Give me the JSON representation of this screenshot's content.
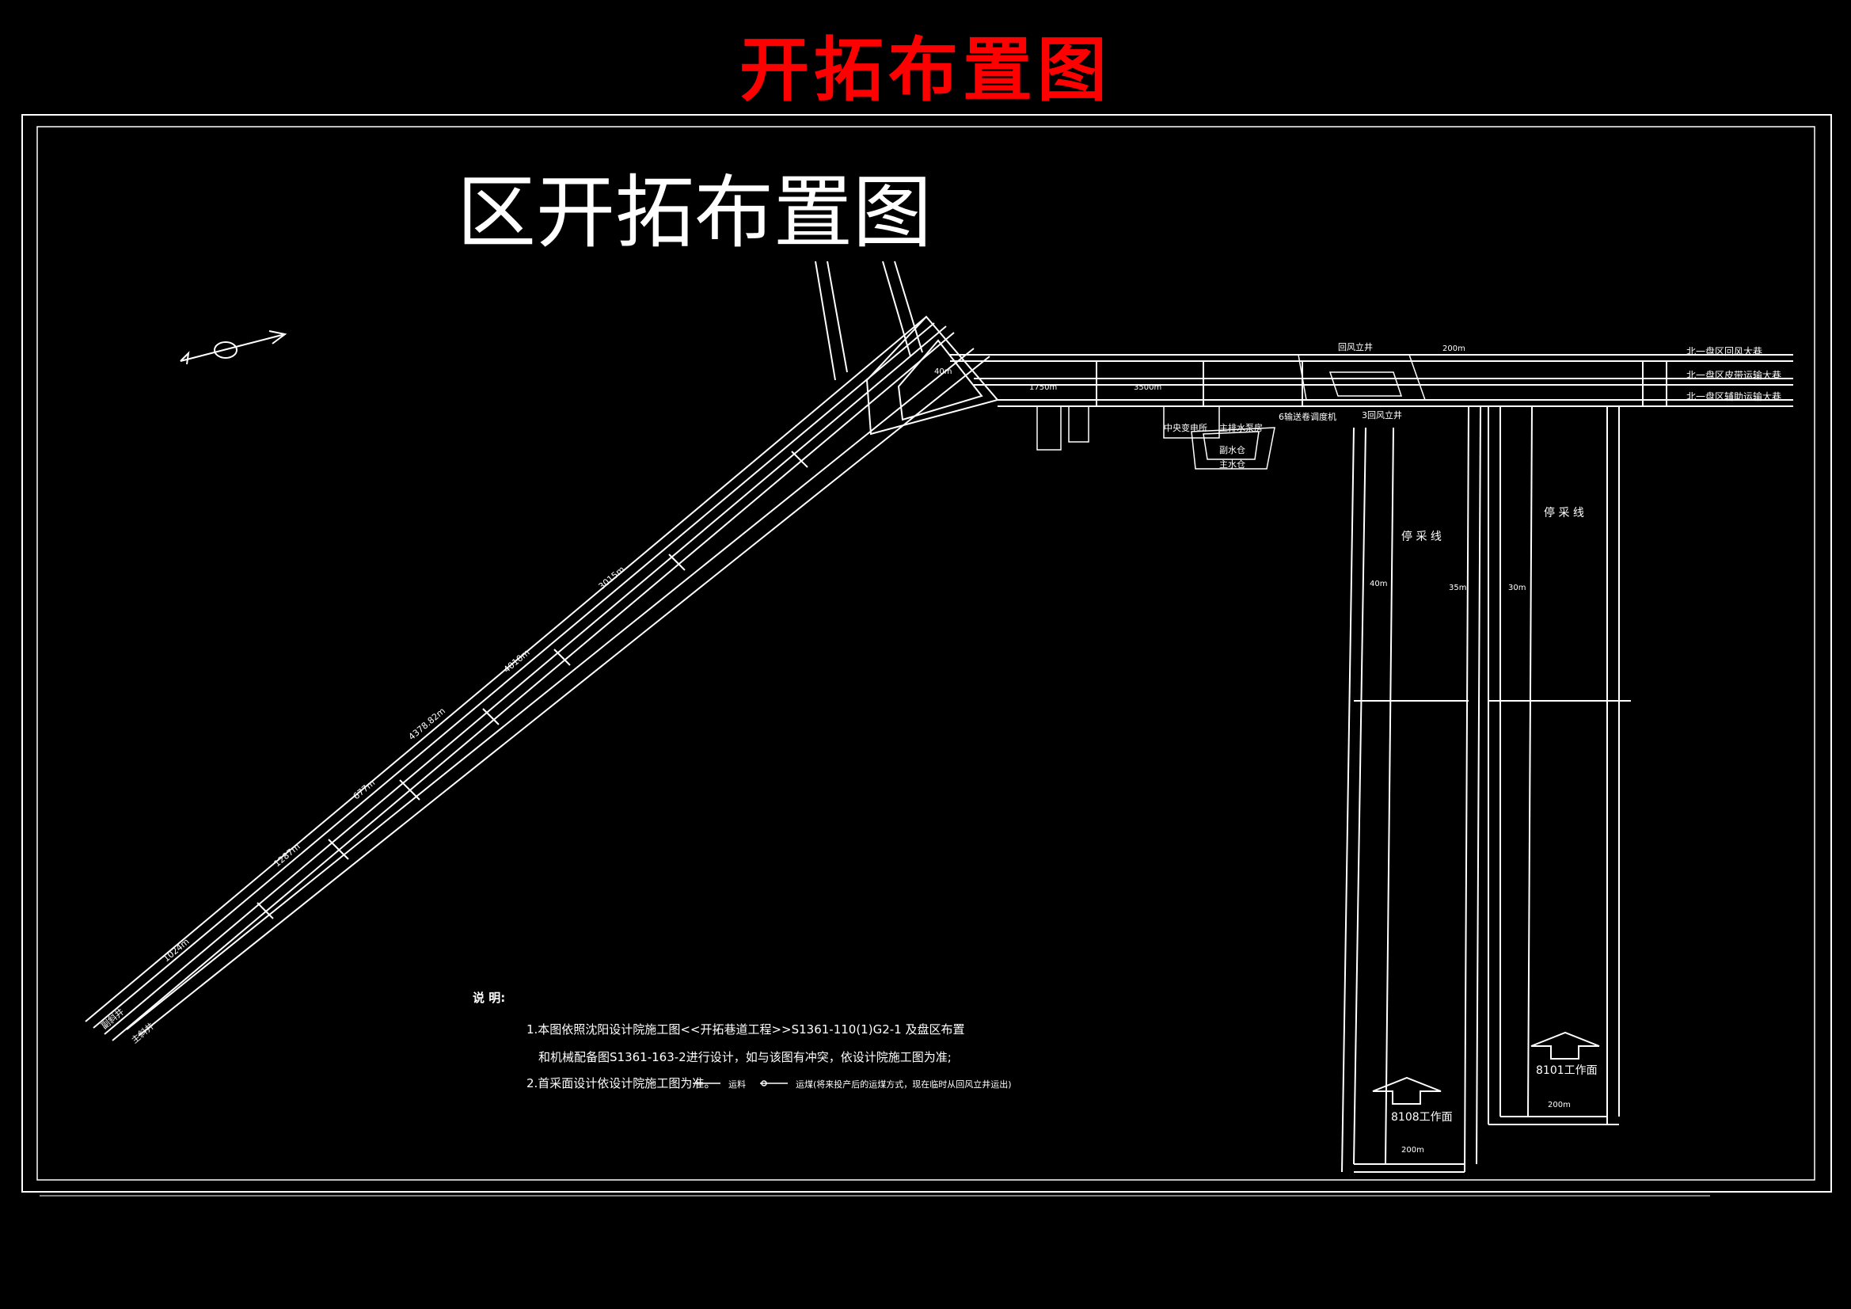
{
  "title": "开拓布置图",
  "subtitle": "区开拓布置图",
  "notes": {
    "heading": "说    明:",
    "line1": "1.本图依照沈阳设计院施工图<<开拓巷道工程>>S1361-110(1)G2-1  及盘区布置",
    "line2": "和机械配备图S1361-163-2进行设计，如与该图有冲突，依设计院施工图为准;",
    "line3": "2.首采面设计依设计院施工图为准。",
    "legend_a": "运料",
    "legend_b": "运煤(将来投产后的运煤方式，现在临时从回风立井运出)"
  },
  "roadways": {
    "return_air": "北一盘区回风大巷",
    "belt_transport": "北一盘区皮带运输大巷",
    "aux_transport": "北一盘区辅助运输大巷"
  },
  "shaft_labels": {
    "return_shaft": "回风立井",
    "return_shaft_alt": "回风立井"
  },
  "chambers": {
    "central_substation": "中央变电所",
    "main_drain_pump": "主排水泵房",
    "sump": "副水仓",
    "main_sump": "主水仓",
    "explosives": "6输送卷调度机",
    "shaft_bottom": "3回风立井"
  },
  "stop_line_a": "停   采   线",
  "stop_line_b": "停   采   线",
  "workfaces": {
    "face_8108": "8108工作面",
    "face_8101": "8101工作面",
    "width_8108": "200m",
    "width_8101": "200m"
  },
  "slope": {
    "label_a": "副斜井",
    "label_b": "主斜井",
    "dist_1": "4378.82m",
    "dist_2": "677m",
    "dist_3": "1287m",
    "dist_4": "1024m",
    "dist_5": "4010m",
    "dist_6": "3015m"
  },
  "dims": {
    "d1": "40m",
    "d2": "35m",
    "d3": "30m",
    "d4": "200m",
    "d5": "3500m",
    "d6": "1750m",
    "d7": "40m"
  },
  "colors": {
    "title": "#ff0000",
    "line": "#ffffff",
    "background": "#000000"
  }
}
